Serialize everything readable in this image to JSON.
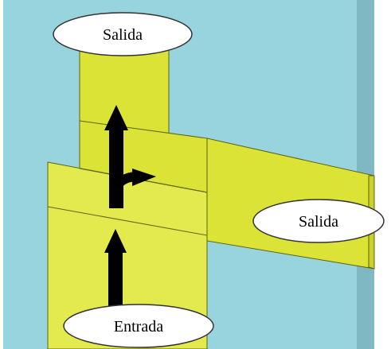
{
  "labels": {
    "top_exit": "Salida",
    "right_exit": "Salida",
    "entry": "Entrada"
  },
  "icons": {
    "upward_arrow": "arrow-up-icon",
    "turn_arrow": "arrow-up-right-turn-icon"
  },
  "colors": {
    "background": "#97d4dd",
    "background_right_edge": "#7fb8c3",
    "panel_fill": "#dbe436",
    "panel_fill_light": "#e3ea4d",
    "panel_outline": "#5f6410",
    "arrow": "#000000",
    "ellipse_fill": "#ffffff",
    "ellipse_outline": "#333333"
  }
}
